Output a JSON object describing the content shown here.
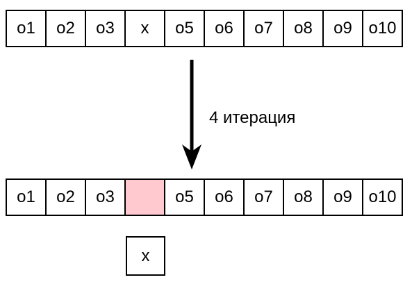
{
  "top_row": {
    "cells": [
      "o1",
      "o2",
      "o3",
      "x",
      "o5",
      "o6",
      "o7",
      "o8",
      "o9",
      "o10"
    ]
  },
  "transition": {
    "label": "4 итерация"
  },
  "bottom_row": {
    "cells": [
      "o1",
      "o2",
      "o3",
      "",
      "o5",
      "o6",
      "o7",
      "o8",
      "o9",
      "o10"
    ],
    "empty_color": "#ffc9cf"
  },
  "extracted": {
    "label": "x"
  }
}
